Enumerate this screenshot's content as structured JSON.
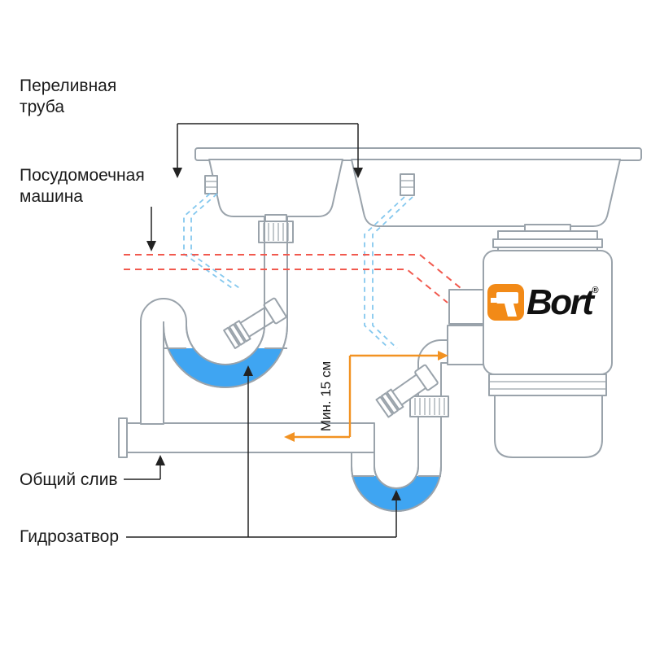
{
  "labels": {
    "overflow_pipe": "Переливная труба",
    "dishwasher": "Посудомоечная машина",
    "common_drain": "Общий слив",
    "water_trap": "Гидрозатвор",
    "min_height": "Мин. 15 см"
  },
  "brand": {
    "name": "Bort",
    "registered": "®"
  },
  "icons": {
    "logo": "drill-icon"
  },
  "colors": {
    "pipe": "#9AA3AB",
    "water": "#3FA5F2",
    "ovf": "#85C8EE",
    "hose": "#F1594E",
    "accent": "#F29222",
    "ink": "#1A1A1A",
    "brand": "#F28A17"
  }
}
